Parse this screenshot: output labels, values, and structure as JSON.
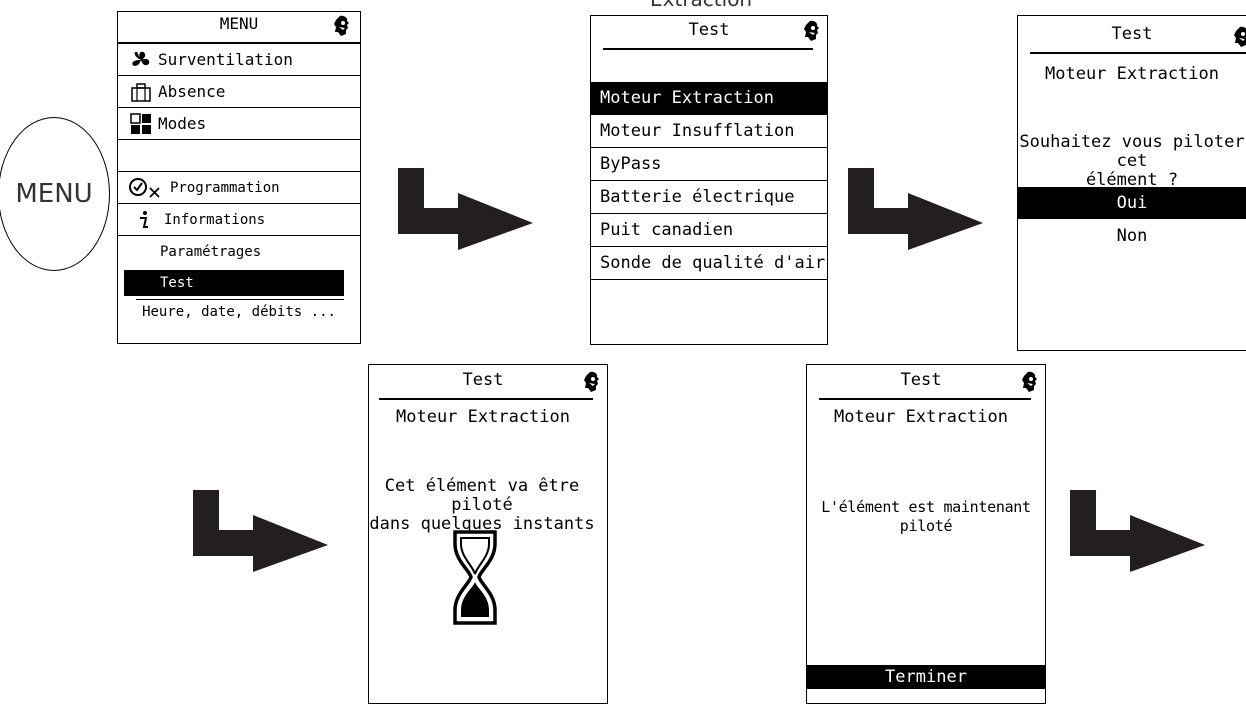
{
  "menu_button": {
    "label": "MENU"
  },
  "cut_top_label": "Extraction",
  "screen_menu": {
    "title": "MENU",
    "items": [
      {
        "label": "Surventilation",
        "icon": "fan-icon"
      },
      {
        "label": "Absence",
        "icon": "suitcase-icon"
      },
      {
        "label": "Modes",
        "icon": "modes-grid-icon"
      },
      {
        "label": "",
        "icon": ""
      },
      {
        "label": "Programmation",
        "icon": "clock-x-icon"
      },
      {
        "label": "Informations",
        "icon": "info-icon"
      },
      {
        "label": "Paramétrages",
        "icon": ""
      },
      {
        "label": "Test",
        "icon": "",
        "selected": true
      },
      {
        "label": "Heure, date, débits ...",
        "icon": ""
      }
    ]
  },
  "screen_test_list": {
    "title": "Test",
    "items": [
      "Moteur Extraction",
      "Moteur Insufflation",
      "ByPass",
      "Batterie électrique",
      "Puit canadien",
      "Sonde de qualité d'air"
    ],
    "selected_index": 0
  },
  "screen_confirm": {
    "title": "Test",
    "subtitle": "Moteur Extraction",
    "question_line1": "Souhaitez vous piloter cet",
    "question_line2": "élément ?",
    "option_yes": "Oui",
    "option_no": "Non"
  },
  "screen_wait": {
    "title": "Test",
    "subtitle": "Moteur Extraction",
    "message_line1": "Cet élément va être piloté",
    "message_line2": "dans quelques instants",
    "icon": "hourglass-icon"
  },
  "screen_done": {
    "title": "Test",
    "subtitle": "Moteur Extraction",
    "message": "L'élément est maintenant piloté",
    "button": "Terminer"
  },
  "colors": {
    "foreground": "#000000",
    "background": "#ffffff",
    "arrow": "#231f20"
  }
}
